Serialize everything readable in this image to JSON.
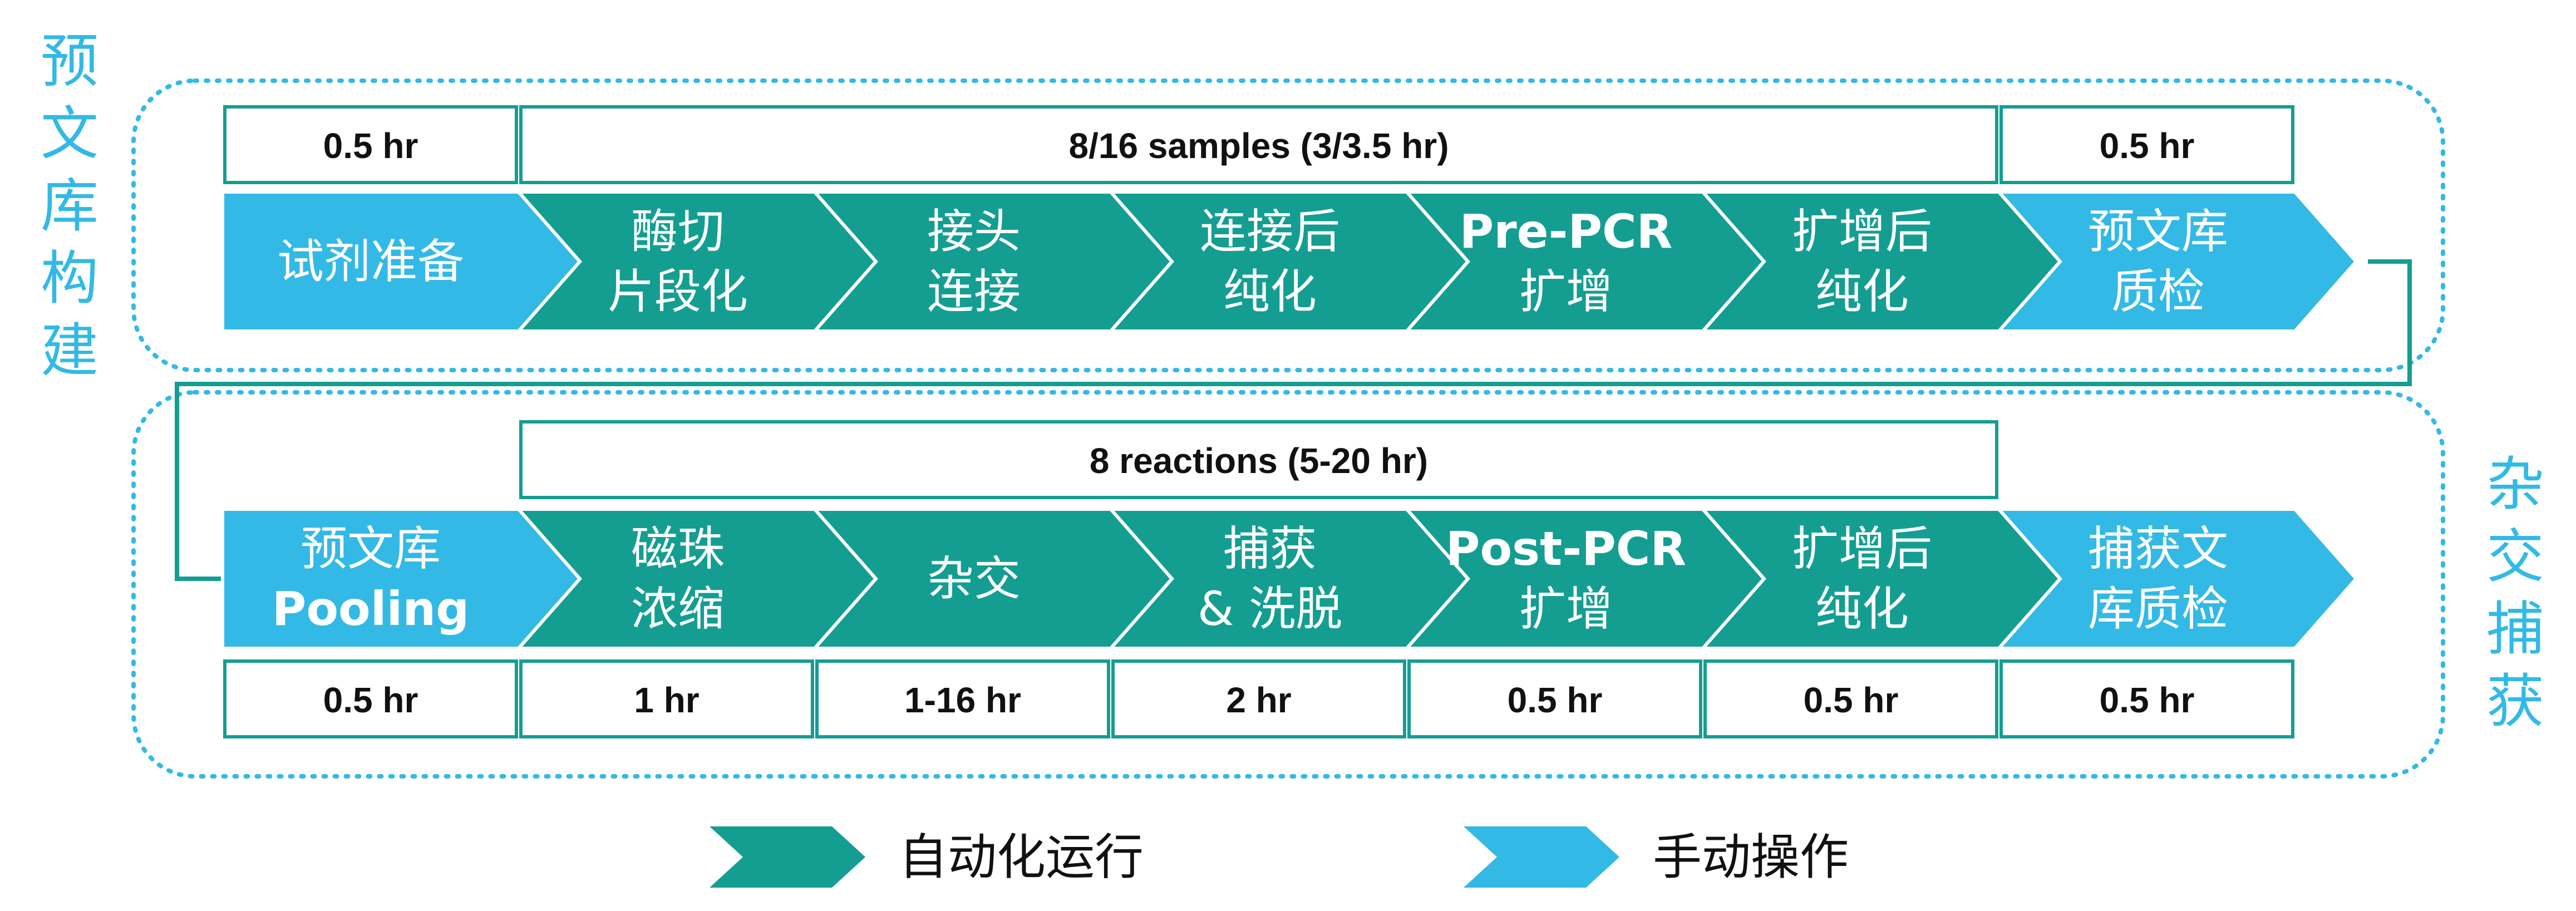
{
  "colors": {
    "auto": "#149e92",
    "manual": "#33b9e6",
    "outline": "#149e92",
    "dotted": "#33b9e6",
    "side_label": "#33b9e6",
    "box_border": "#149e92"
  },
  "sections": {
    "top_label": [
      "预",
      "文",
      "库",
      "构",
      "建"
    ],
    "bottom_label": [
      "杂",
      "交",
      "捕",
      "获"
    ]
  },
  "row1": {
    "time_boxes": [
      {
        "text": "0.5 hr"
      },
      {
        "text": "8/16 samples (3/3.5 hr)"
      },
      {
        "text": "0.5 hr"
      }
    ],
    "steps": [
      {
        "lines": [
          "试剂准备"
        ],
        "kind": "manual"
      },
      {
        "lines": [
          "酶切",
          "片段化"
        ],
        "kind": "auto"
      },
      {
        "lines": [
          "接头",
          "连接"
        ],
        "kind": "auto"
      },
      {
        "lines": [
          "连接后",
          "纯化"
        ],
        "kind": "auto"
      },
      {
        "lines": [
          "Pre-PCR",
          "扩增"
        ],
        "kind": "auto"
      },
      {
        "lines": [
          "扩增后",
          "纯化"
        ],
        "kind": "auto"
      },
      {
        "lines": [
          "预文库",
          "质检"
        ],
        "kind": "manual"
      }
    ]
  },
  "row2": {
    "header_box": {
      "text": "8 reactions (5-20 hr)"
    },
    "steps": [
      {
        "lines": [
          "预文库",
          "Pooling"
        ],
        "kind": "manual"
      },
      {
        "lines": [
          "磁珠",
          "浓缩"
        ],
        "kind": "auto"
      },
      {
        "lines": [
          "杂交"
        ],
        "kind": "auto"
      },
      {
        "lines": [
          "捕获",
          "& 洗脱"
        ],
        "kind": "auto"
      },
      {
        "lines": [
          "Post-PCR",
          "扩增"
        ],
        "kind": "auto"
      },
      {
        "lines": [
          "扩增后",
          "纯化"
        ],
        "kind": "auto"
      },
      {
        "lines": [
          "捕获文",
          "库质检"
        ],
        "kind": "manual"
      }
    ],
    "time_boxes": [
      {
        "text": "0.5 hr"
      },
      {
        "text": "1 hr"
      },
      {
        "text": "1-16 hr"
      },
      {
        "text": "2 hr"
      },
      {
        "text": "0.5 hr"
      },
      {
        "text": "0.5 hr"
      },
      {
        "text": "0.5 hr"
      }
    ]
  },
  "legend": [
    {
      "label": "自动化运行",
      "kind": "auto"
    },
    {
      "label": "手动操作",
      "kind": "manual"
    }
  ]
}
